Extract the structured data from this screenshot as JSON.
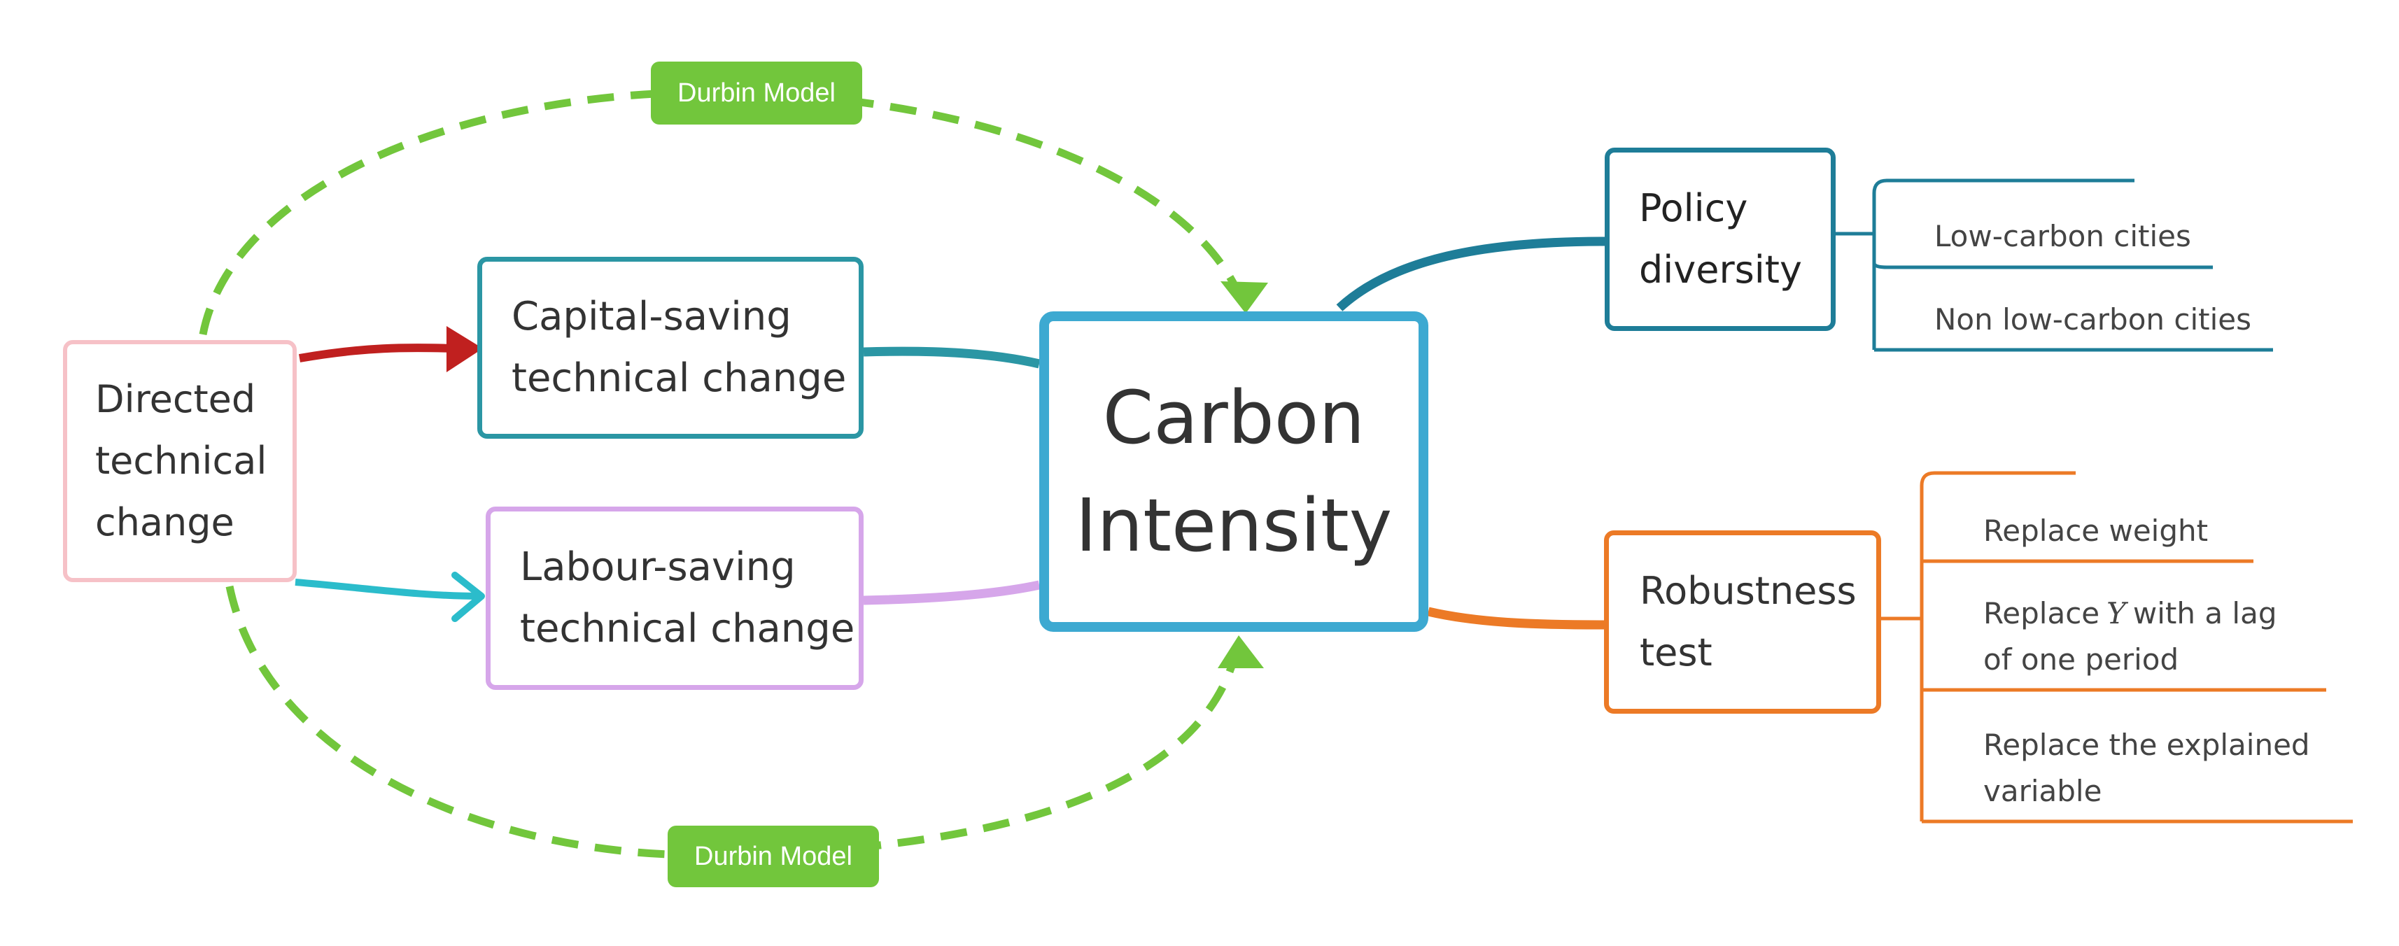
{
  "diagram": {
    "center": {
      "line1": "Carbon",
      "line2": "Intensity"
    },
    "directed": "Directed\ntechnical\nchange",
    "capital": "Capital-saving\ntechnical change",
    "labour": "Labour-saving\ntechnical change",
    "durbin_top": "Durbin Model",
    "durbin_bottom": "Durbin Model",
    "policy": {
      "title": "Policy\ndiversity",
      "items": [
        "Low-carbon cities",
        "Non low-carbon cities"
      ]
    },
    "robustness": {
      "title": "Robustness\ntest",
      "weight": "Replace weight",
      "lag_pre": "Replace",
      "lag_var": "Y",
      "lag_post": "with a lag",
      "lag_line2": "of  one period",
      "explained_line1": "Replace the explained",
      "explained_line2": "variable"
    }
  },
  "colors": {
    "green": "#72c63c",
    "red": "#c0201f",
    "cyan": "#2bbccb",
    "teal": "#2b96a4",
    "purple": "#d6a6ea",
    "pink": "#f6c1c7",
    "blue": "#3da9d1",
    "navy": "#1e7d98",
    "orange": "#ec7a26"
  }
}
